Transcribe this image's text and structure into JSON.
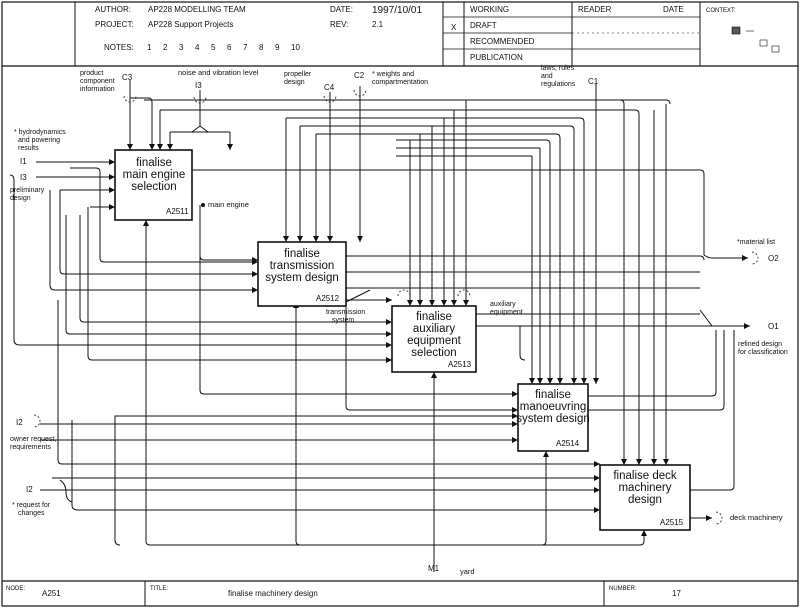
{
  "header": {
    "author_label": "AUTHOR:",
    "author": "AP228 MODELLING TEAM",
    "project_label": "PROJECT:",
    "project": "AP228 Support Projects",
    "notes_label": "NOTES:",
    "notes": [
      "1",
      "2",
      "3",
      "4",
      "5",
      "6",
      "7",
      "8",
      "9",
      "10"
    ],
    "date_label": "DATE:",
    "date": "1997/10/01",
    "rev_label": "REV:",
    "rev": "2.1",
    "status": [
      "WORKING",
      "DRAFT",
      "RECOMMENDED",
      "PUBLICATION"
    ],
    "status_mark": "X",
    "reader_label": "READER",
    "reader_date_label": "DATE",
    "context_label": "CONTEXT:"
  },
  "boxes": [
    {
      "lines": [
        "finalise",
        "main engine",
        "selection"
      ],
      "code": "A2511"
    },
    {
      "lines": [
        "finalise",
        "transmission",
        "system design"
      ],
      "code": "A2512"
    },
    {
      "lines": [
        "finalise",
        "auxiliary",
        "equipment",
        "selection"
      ],
      "code": "A2513"
    },
    {
      "lines": [
        "finalise",
        "manoeuvring",
        "system design"
      ],
      "code": "A2514"
    },
    {
      "lines": [
        "finalise deck",
        "machinery",
        "design"
      ],
      "code": "A2515"
    }
  ],
  "arrows": {
    "c3": "C3",
    "c3_label": [
      "product",
      "component",
      "information"
    ],
    "i3_top": "I3",
    "i3_top_label": "noise and vibration level",
    "c4": "C4",
    "c4_label": [
      "propeller",
      "design"
    ],
    "c2": "C2",
    "c2_label": [
      "* weights and",
      "compartmentation"
    ],
    "c1": "C1",
    "c1_label": [
      "laws, rules",
      "and",
      "regulations"
    ],
    "hydro_label": [
      "* hydrodynamics",
      "and powering",
      "results"
    ],
    "i1": "I1",
    "i3": "I3",
    "prelim_label": [
      "preliminary",
      "design"
    ],
    "main_engine": "main engine",
    "transmission_label": [
      "transmission",
      "system"
    ],
    "auxiliary_label": [
      "auxiliary",
      "equipment"
    ],
    "material_list": "*material list",
    "o2": "O2",
    "o1": "O1",
    "refined_label": [
      "refined design",
      "for classification"
    ],
    "i2a": "I2",
    "owner_label": [
      "owner request,",
      "requirements"
    ],
    "i2b": "I2",
    "request_label": [
      "* request for",
      "changes"
    ],
    "m1": "M1",
    "yard": "yard",
    "deck_machinery": "deck machinery"
  },
  "footer": {
    "node_label": "NODE:",
    "node": "A251",
    "title_label": "TITLE:",
    "title": "finalise machinery design",
    "number_label": "NUMBER:",
    "number": "17"
  }
}
